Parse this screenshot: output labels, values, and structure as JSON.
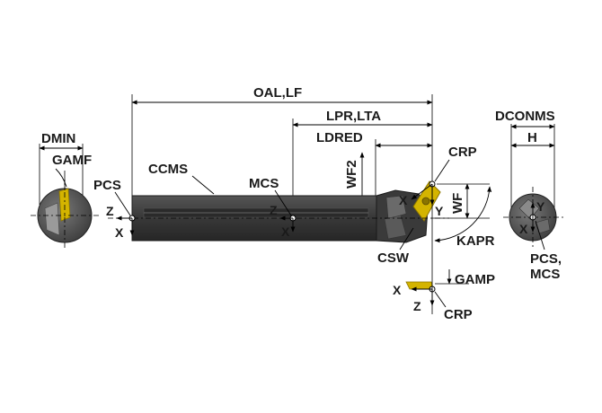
{
  "labels": {
    "oal_lf": "OAL,LF",
    "lpr_lta": "LPR,LTA",
    "ldred": "LDRED",
    "dconms": "DCONMS",
    "h": "H",
    "dmin": "DMIN",
    "gamf": "GAMF",
    "pcs": "PCS",
    "ccms": "CCMS",
    "mcs": "MCS",
    "wf2": "WF2",
    "wf": "WF",
    "crp_top": "CRP",
    "crp_bottom": "CRP",
    "csw": "CSW",
    "kapr": "KAPR",
    "gamp": "GAMP",
    "pcs_mcs_line1": "PCS,",
    "pcs_mcs_line2": "MCS"
  },
  "axes": {
    "pcs_z": "Z",
    "pcs_x": "X",
    "mcs_z": "Z",
    "mcs_x": "X",
    "crp_x": "X",
    "crp_y": "Y",
    "end_y": "Y",
    "end_x": "X",
    "gamp_x": "X",
    "gamp_z": "Z"
  },
  "colors": {
    "shank": "#3b3b3b",
    "shank_dark": "#222222",
    "shank_light": "#6a6a6a",
    "insert": "#d4b400",
    "insert_edge": "#8a7400",
    "end_face": "#5a5a5a"
  }
}
